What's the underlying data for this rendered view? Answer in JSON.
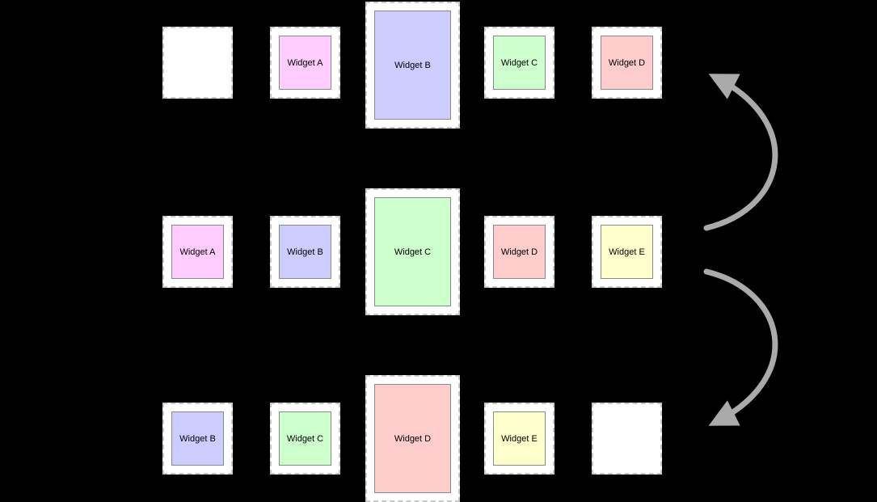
{
  "colors": {
    "background": "#000000",
    "frame_border": "#c8c8c8",
    "inner_border": "#8a8a8a",
    "arrow": "#aaaaaa",
    "widget_a": "#ffccff",
    "widget_b": "#ccccff",
    "widget_c": "#ccffcc",
    "widget_d": "#ffcccc",
    "widget_e": "#ffffcc",
    "empty_slot": "#ffffff"
  },
  "rows": [
    {
      "name": "row-1",
      "items": [
        {
          "label": "",
          "color": "#ffffff",
          "size": "small",
          "empty": true
        },
        {
          "label": "Widget A",
          "color": "#ffccff",
          "size": "small"
        },
        {
          "label": "Widget B",
          "color": "#ccccff",
          "size": "large"
        },
        {
          "label": "Widget C",
          "color": "#ccffcc",
          "size": "small"
        },
        {
          "label": "Widget D",
          "color": "#ffcccc",
          "size": "small"
        }
      ]
    },
    {
      "name": "row-2",
      "items": [
        {
          "label": "Widget A",
          "color": "#ffccff",
          "size": "small"
        },
        {
          "label": "Widget B",
          "color": "#ccccff",
          "size": "small"
        },
        {
          "label": "Widget C",
          "color": "#ccffcc",
          "size": "large"
        },
        {
          "label": "Widget D",
          "color": "#ffcccc",
          "size": "small"
        },
        {
          "label": "Widget E",
          "color": "#ffffcc",
          "size": "small"
        }
      ]
    },
    {
      "name": "row-3",
      "items": [
        {
          "label": "Widget B",
          "color": "#ccccff",
          "size": "small"
        },
        {
          "label": "Widget C",
          "color": "#ccffcc",
          "size": "small"
        },
        {
          "label": "Widget D",
          "color": "#ffcccc",
          "size": "large"
        },
        {
          "label": "Widget E",
          "color": "#ffffcc",
          "size": "small"
        },
        {
          "label": "",
          "color": "#ffffff",
          "size": "small",
          "empty": true
        }
      ]
    }
  ],
  "arrows": [
    {
      "direction": "up"
    },
    {
      "direction": "down"
    }
  ]
}
